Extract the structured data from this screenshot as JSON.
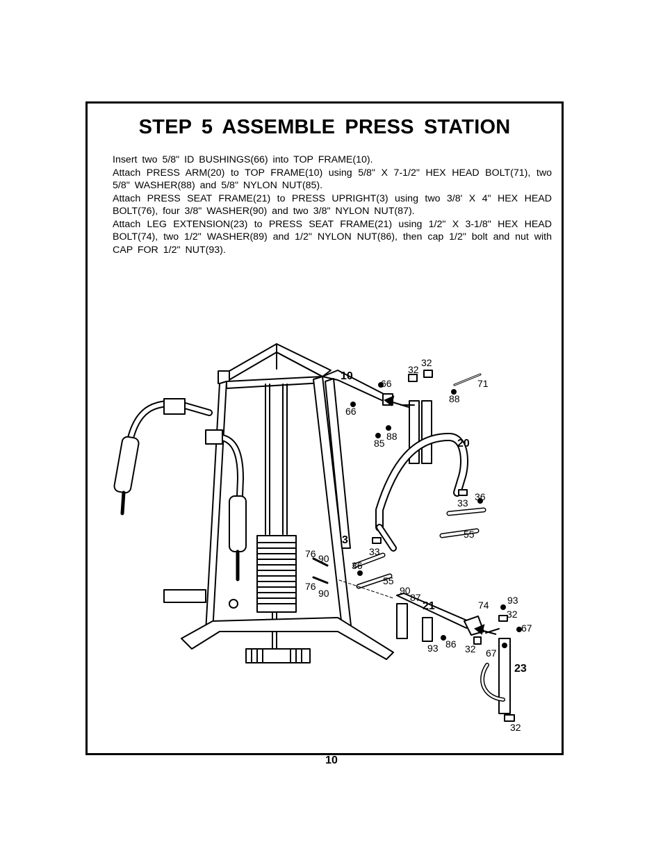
{
  "title": "STEP 5  ASSEMBLE  PRESS  STATION",
  "instructions": [
    "Insert two 5/8\" ID BUSHINGS(66) into TOP FRAME(10).",
    "Attach PRESS ARM(20) to TOP FRAME(10) using 5/8\" X 7-1/2\" HEX HEAD BOLT(71), two 5/8\" WASHER(88) and 5/8\" NYLON NUT(85).",
    "Attach PRESS SEAT FRAME(21) to PRESS UPRIGHT(3) using two 3/8' X 4\" HEX HEAD BOLT(76), four 3/8\" WASHER(90) and two 3/8\" NYLON NUT(87).",
    "Attach LEG EXTENSION(23) to PRESS SEAT FRAME(21) using 1/2\" X 3-1/8\" HEX HEAD BOLT(74), two 1/2\" WASHER(89) and 1/2\" NYLON NUT(86), then cap 1/2\" bolt and nut with CAP FOR 1/2\" NUT(93)."
  ],
  "callouts": {
    "part_10": "10",
    "part_3": "3",
    "part_20": "20",
    "part_21": "21",
    "part_23": "23",
    "c66a": "66",
    "c66b": "66",
    "c32a": "32",
    "c32b": "32",
    "c71": "71",
    "c88a": "88",
    "c88b": "88",
    "c85": "85",
    "c33a": "33",
    "c36a": "36",
    "c55a": "55",
    "c33b": "33",
    "c76a": "76",
    "c90a": "90",
    "c36b": "36",
    "c55b": "55",
    "c76b": "76",
    "c90b": "90",
    "c90c": "90",
    "c87": "87",
    "c74": "74",
    "c93a": "93",
    "c32c": "32",
    "c67a": "67",
    "c93b": "93",
    "c86": "86",
    "c32d": "32",
    "c67b": "67",
    "c32e": "32"
  },
  "page_number": "10"
}
